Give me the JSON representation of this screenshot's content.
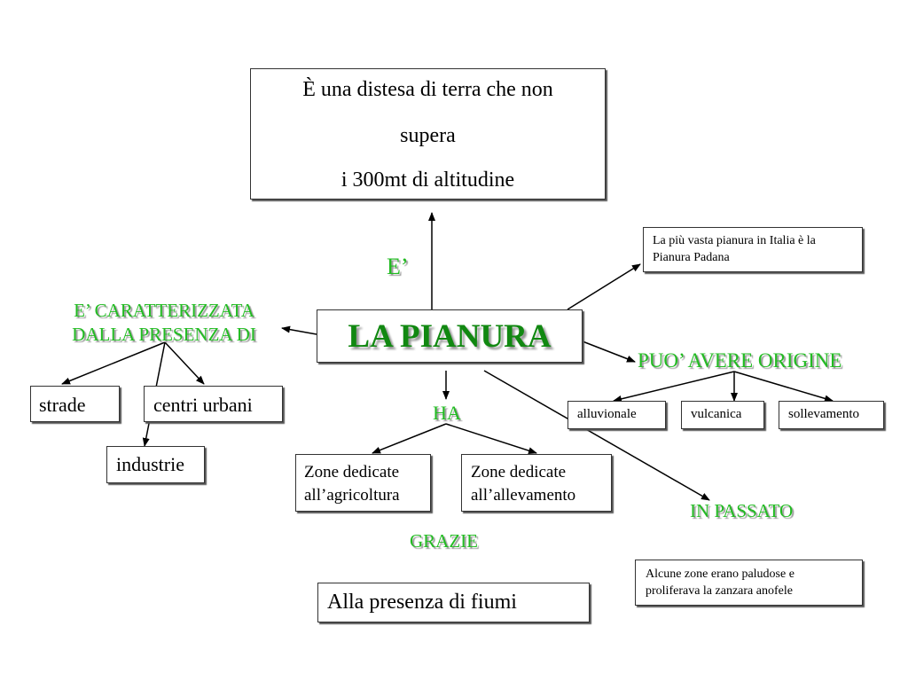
{
  "title": "LA PIANURA",
  "definition": {
    "connector": "E’",
    "lines": [
      "È una distesa di terra che non",
      "supera",
      "i 300mt di altitudine"
    ]
  },
  "fact_box": {
    "lines": [
      "La più vasta pianura in Italia è la",
      "Pianura Padana"
    ]
  },
  "characterized": {
    "connector_lines": [
      "E’ CARATTERIZZATA",
      "DALLA PRESENZA DI"
    ],
    "items": [
      "strade",
      "centri urbani",
      "industrie"
    ]
  },
  "origin": {
    "connector": "PUO’ AVERE ORIGINE",
    "items": [
      "alluvionale",
      "vulcanica",
      "sollevamento"
    ]
  },
  "has": {
    "connector": "HA",
    "items": [
      {
        "lines": [
          "Zone dedicate",
          "all’agricoltura"
        ]
      },
      {
        "lines": [
          "Zone dedicate",
          "all’allevamento"
        ]
      }
    ],
    "thanks_connector": "GRAZIE",
    "thanks_box": "Alla presenza di fiumi"
  },
  "past": {
    "connector": "IN PASSATO",
    "lines": [
      "Alcune zone erano paludose e",
      "proliferava la zanzara anofele"
    ]
  },
  "colors": {
    "title_green": "#118811",
    "connector_green": "#22bb22",
    "line": "#000000"
  }
}
